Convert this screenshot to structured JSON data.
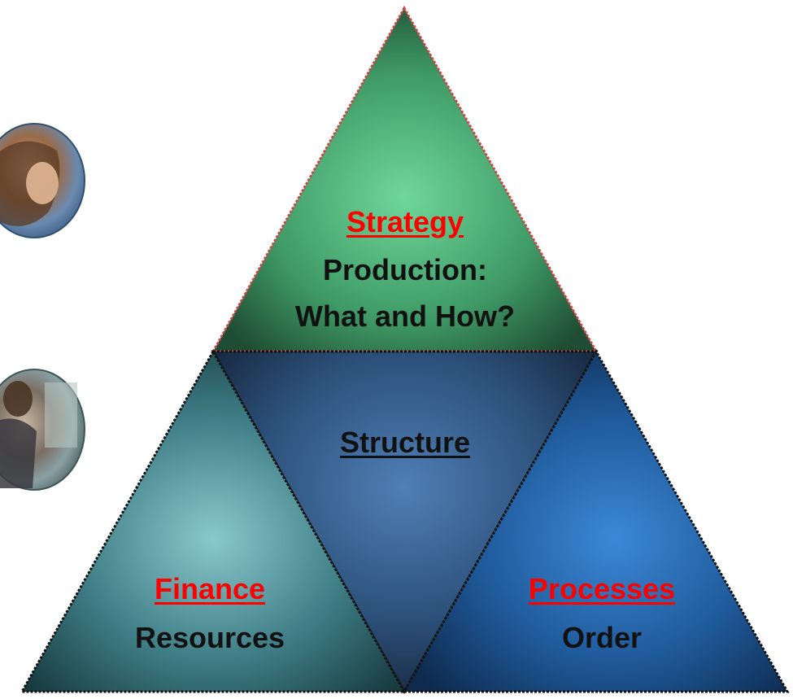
{
  "colors": {
    "title_accent": "#ff0000",
    "text": "#111111",
    "border": "#111111",
    "strategy_border": "#cc4444"
  },
  "photos": [
    {
      "name": "woman-portrait-photo"
    },
    {
      "name": "woman-writing-photo"
    }
  ],
  "triangles": {
    "strategy": {
      "title": "Strategy",
      "line1": "Production:",
      "line2": "What and How?"
    },
    "structure": {
      "title": "Structure"
    },
    "finance": {
      "title": "Finance",
      "line1": "Resources"
    },
    "processes": {
      "title": "Processes",
      "line1": "Order"
    }
  }
}
